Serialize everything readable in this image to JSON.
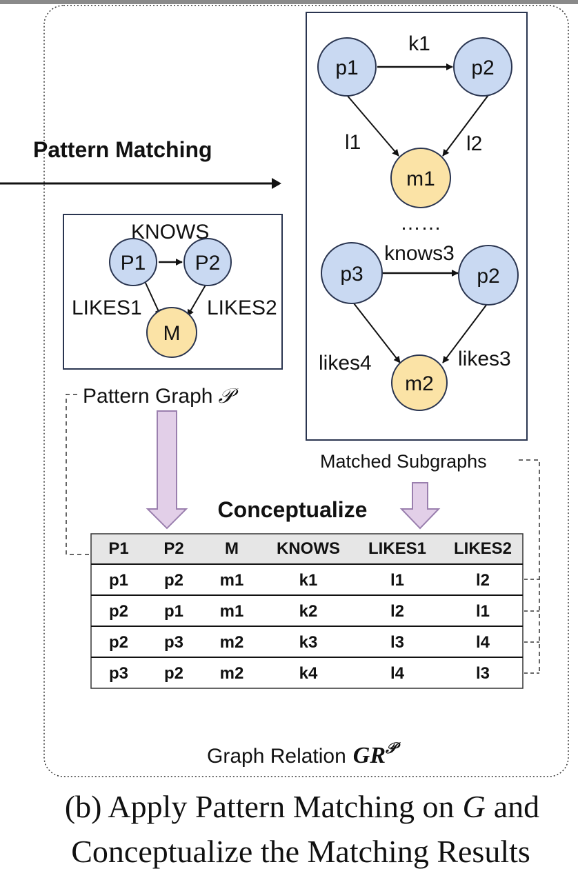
{
  "pattern_matching_label": "Pattern Matching",
  "pattern_graph": {
    "edge_label": "KNOWS",
    "nodes": {
      "p1": "P1",
      "p2": "P2",
      "m": "M"
    },
    "likes1": "LIKES1",
    "likes2": "LIKES2",
    "caption": "Pattern Graph",
    "caption_symbol": "𝒫"
  },
  "matched": {
    "top": {
      "p1": "p1",
      "p2": "p2",
      "m1": "m1",
      "k": "k1",
      "l1": "l1",
      "l2": "l2"
    },
    "ellipsis": "……",
    "bottom": {
      "p3": "p3",
      "p2": "p2",
      "m2": "m2",
      "knows": "knows3",
      "likes4": "likes4",
      "likes3": "likes3"
    },
    "caption": "Matched Subgraphs"
  },
  "conceptualize_label": "Conceptualize",
  "table": {
    "headers": [
      "P1",
      "P2",
      "M",
      "KNOWS",
      "LIKES1",
      "LIKES2"
    ],
    "rows": [
      [
        "p1",
        "p2",
        "m1",
        "k1",
        "l1",
        "l2"
      ],
      [
        "p2",
        "p1",
        "m1",
        "k2",
        "l2",
        "l1"
      ],
      [
        "p2",
        "p3",
        "m2",
        "k3",
        "l3",
        "l4"
      ],
      [
        "p3",
        "p2",
        "m2",
        "k4",
        "l4",
        "l3"
      ]
    ]
  },
  "graph_relation": {
    "label": "Graph Relation",
    "symbol": "GR",
    "superscript": "𝒫"
  },
  "caption": {
    "line1_pre": "(b) Apply Pattern Matching on",
    "line1_var": "G",
    "line1_post": "and",
    "line2": "Conceptualize the Matching Results"
  },
  "colors": {
    "person_fill": "#c9d9f2",
    "movie_fill": "#fbe3a6",
    "arrow_fill": "#e2cfe8",
    "arrow_stroke": "#9a7fae",
    "header_fill": "#e6e6e6",
    "frame_stroke": "#2a3550"
  }
}
